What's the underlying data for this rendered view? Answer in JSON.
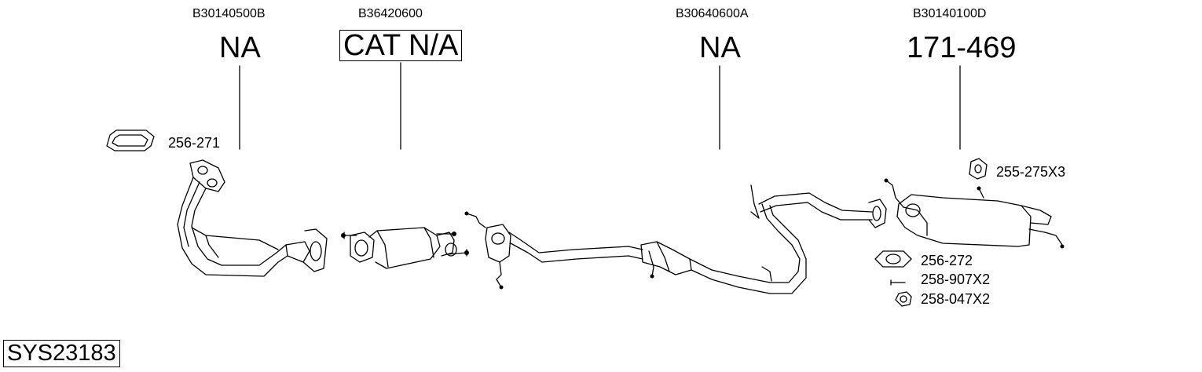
{
  "columns": [
    {
      "part_number": "B30140500B",
      "status": "NA"
    },
    {
      "part_number": "B36420600",
      "status": "CAT N/A"
    },
    {
      "part_number": "B30640600A",
      "status": "NA"
    },
    {
      "part_number": "B30140100D",
      "status": "171-469"
    }
  ],
  "fittings": {
    "gasket_front": "256-271",
    "hanger": "255-275X3",
    "gasket_rear": "256-272",
    "bolt": "258-907X2",
    "nut": "258-047X2"
  },
  "system_code": "SYS23183"
}
